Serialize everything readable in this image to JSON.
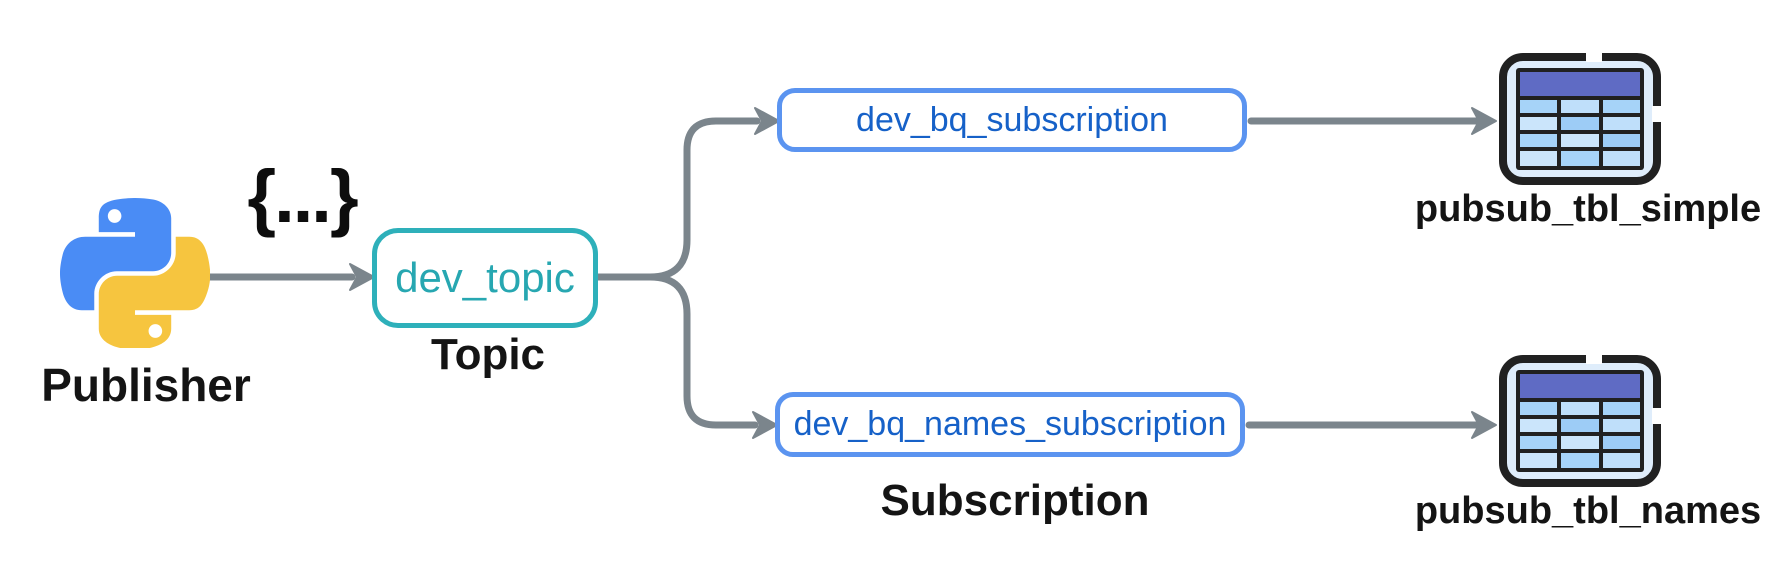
{
  "diagram": {
    "publisher": {
      "label": "Publisher",
      "icon": "python-logo"
    },
    "message_symbol": "{...}",
    "topic": {
      "name": "dev_topic",
      "label": "Topic"
    },
    "subscription_label": "Subscription",
    "subscriptions": [
      {
        "name": "dev_bq_subscription",
        "table": "pubsub_tbl_simple"
      },
      {
        "name": "dev_bq_names_subscription",
        "table": "pubsub_tbl_names"
      }
    ]
  },
  "colors": {
    "topic_border": "#2EB0BA",
    "topic_text": "#27A7B1",
    "subscription_border": "#5B94F0",
    "subscription_text": "#1661C8",
    "connector_gray": "#7B858C",
    "label_text": "#141414",
    "python_blue": "#4A8CF5",
    "python_yellow": "#F6C53F",
    "table_header_indigo": "#5F6BC4",
    "table_cell_light": "#CBE5FB",
    "table_cell_medium": "#A6D3F8",
    "table_cell_soft": "#BFDFFA",
    "table_outline": "#212121",
    "table_fill": "#DFEDFB",
    "background": "#FFFFFF"
  }
}
